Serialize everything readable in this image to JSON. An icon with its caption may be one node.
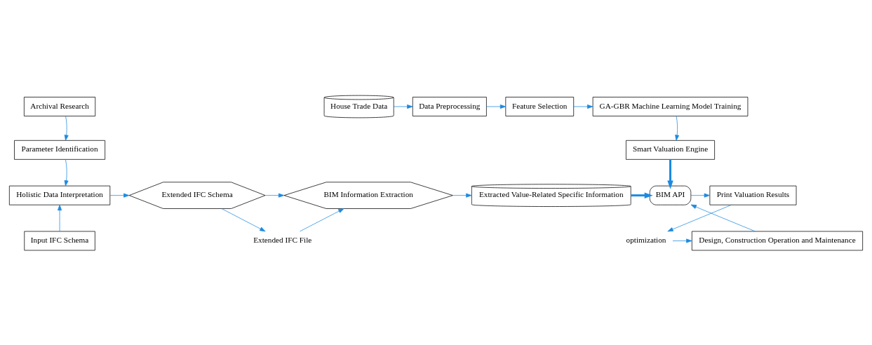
{
  "diagram": {
    "nodes": [
      {
        "text": [
          "Archival Research"
        ]
      },
      {
        "text": [
          "Parameter Identification"
        ]
      },
      {
        "text": [
          "Holistic Data Interpretation"
        ]
      },
      {
        "text": [
          "Input IFC Schema"
        ]
      },
      {
        "text": [
          "House Trade Data"
        ]
      },
      {
        "text": [
          "Data Preprocessing"
        ]
      },
      {
        "text": [
          "Feature Selection"
        ]
      },
      {
        "text": [
          "GA-GBR Machine Learning Model Training"
        ]
      },
      {
        "text": [
          "Smart Valuation Engine"
        ]
      },
      {
        "text": [
          "Extended IFC Schema"
        ]
      },
      {
        "text": [
          "BIM Information Extraction"
        ]
      },
      {
        "text": [
          "Extracted Value-Related Specific Information"
        ]
      },
      {
        "text": [
          "BIM API"
        ]
      },
      {
        "text": [
          "Print Valuation Results"
        ]
      },
      {
        "text": [
          "Extended IFC File"
        ]
      },
      {
        "text": [
          "Design, Construction Operation and Maintenance"
        ]
      },
      {
        "text": [
          "optimization"
        ]
      }
    ],
    "edges": [
      {
        "from": 0,
        "to": 1,
        "arrow": "to"
      },
      {
        "from": 1,
        "to": 2,
        "arrow": "to"
      },
      {
        "from": 3,
        "to": 2,
        "arrow": "to"
      },
      {
        "from": 4,
        "to": 5,
        "arrow": "to"
      },
      {
        "from": 5,
        "to": 6,
        "arrow": "to"
      },
      {
        "from": 6,
        "to": 7,
        "arrow": "to"
      },
      {
        "from": 7,
        "to": 8,
        "arrow": "to"
      },
      {
        "from": 8,
        "to": 12,
        "arrow": "to",
        "style": "thick"
      },
      {
        "from": 2,
        "to": 9,
        "arrow": "to"
      },
      {
        "from": 9,
        "to": 10,
        "arrow": "to"
      },
      {
        "from": 9,
        "to": 14,
        "arrow": "to"
      },
      {
        "from": 14,
        "to": 10,
        "arrow": "to"
      },
      {
        "from": 10,
        "to": 11,
        "arrow": "to"
      },
      {
        "from": 11,
        "to": 12,
        "arrow": "to",
        "style": "thick"
      },
      {
        "from": 12,
        "to": 13,
        "arrow": "to"
      },
      {
        "from": 15,
        "to": 12,
        "arrow": "to"
      },
      {
        "from": 13,
        "to": 16,
        "arrow": "to"
      },
      {
        "from": 16,
        "to": 15,
        "arrow": "to"
      }
    ]
  }
}
